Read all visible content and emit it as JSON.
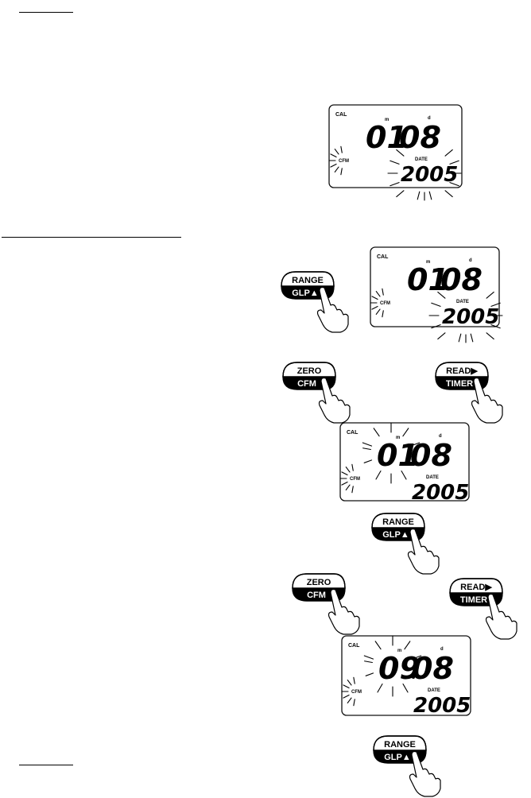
{
  "lcd_labels": {
    "cal": "CAL",
    "cfm": "CFM",
    "date": "DATE",
    "month_mark": "m",
    "day_mark": "d"
  },
  "displays": [
    {
      "month": "01",
      "day": "08",
      "year": "2005",
      "blink": "year"
    },
    {
      "month": "01",
      "day": "08",
      "year": "2005",
      "blink": "year"
    },
    {
      "month": "01",
      "day": "08",
      "year": "2005",
      "blink": "month"
    },
    {
      "month": "09",
      "day": "08",
      "year": "2005",
      "blink": "month"
    }
  ],
  "buttons": {
    "range": {
      "top": "RANGE",
      "bottom": "GLP▲"
    },
    "zero": {
      "top": "ZERO",
      "bottom": "CFM"
    },
    "read": {
      "top": "READ▶",
      "bottom": "TIMER"
    }
  }
}
